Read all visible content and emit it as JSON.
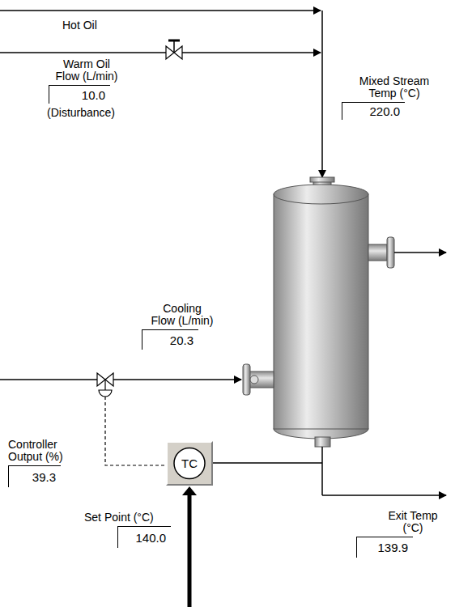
{
  "diagram": {
    "nodes": [
      {
        "text": [
          "Warm Oil Flow (L/min)",
          "10.0",
          "(Disturbance)"
        ]
      },
      {
        "text": [
          "Mixed Stream Temp (°C)",
          "220.0"
        ]
      },
      {
        "text": [
          "Cooling Flow (L/min)",
          "20.3"
        ]
      },
      {
        "text": [
          "Controller Output (%)",
          "39.3"
        ]
      },
      {
        "text": [
          "TC"
        ]
      },
      {
        "text": [
          "Set Point (°C)",
          "140.0"
        ]
      },
      {
        "text": [
          "Exit Temp (°C)",
          "139.9"
        ]
      }
    ],
    "labels": [
      "Hot Oil"
    ]
  }
}
